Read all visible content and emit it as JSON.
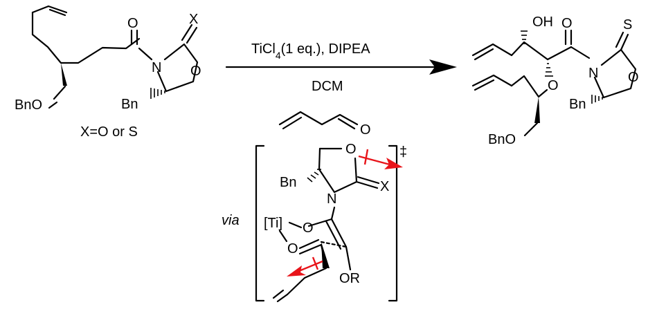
{
  "arrow": {
    "above_label": "TiCl4(1 eq.), DIPEA",
    "below_label": "DCM"
  },
  "starting_material": {
    "x_atom": "X",
    "n_atom": "N",
    "o_ring": "O",
    "o_carbonyl": "O",
    "bn_ring": "Bn",
    "bno": "BnO",
    "caption": "X=O or S"
  },
  "product": {
    "oh": "OH",
    "o_carbonyl": "O",
    "s_atom": "S",
    "n_atom": "N",
    "o_ring": "O",
    "o_ether": "O",
    "bn_ring": "Bn",
    "bno": "BnO"
  },
  "reagent": {
    "o_atom": "O"
  },
  "transition_state": {
    "via": "via",
    "dagger": "‡",
    "o_ring": "O",
    "bn": "Bn",
    "n_atom": "N",
    "x_atom": "X",
    "ti": "[Ti]",
    "o_enolate": "O",
    "o_aldehyde": "O",
    "or": "OR"
  },
  "colors": {
    "ink": "#000000",
    "dipole_arrow": "#e8141a"
  }
}
